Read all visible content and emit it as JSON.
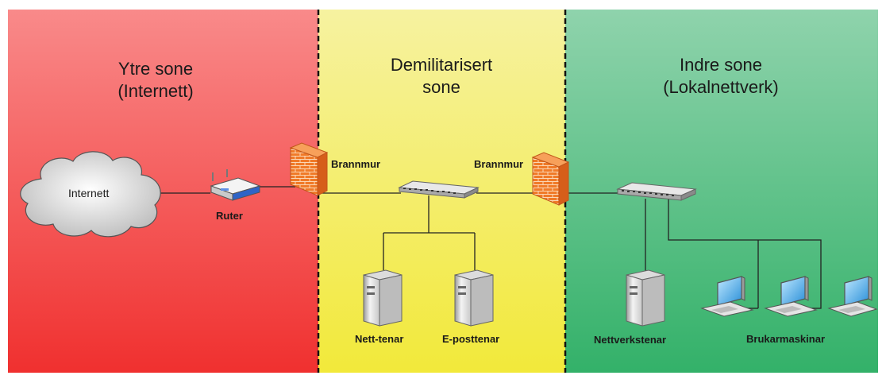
{
  "zones": {
    "outer": {
      "title": "Ytre sone\n(Internett)"
    },
    "dmz": {
      "title": "Demilitarisert\nsone"
    },
    "inner": {
      "title": "Indre sone\n(Lokalnettverk)"
    }
  },
  "nodes": {
    "internet": "Internett",
    "router": "Ruter",
    "firewall_outer": "Brannmur",
    "firewall_inner": "Brannmur",
    "web_server": "Nett-tenar",
    "mail_server": "E-posttenar",
    "network_server": "Nettverkstenar",
    "user_machines": "Brukarmaskinar"
  },
  "colors": {
    "outer_top": "#f98a8a",
    "outer_bottom": "#f0302f",
    "dmz_top": "#f6f2a0",
    "dmz_bottom": "#f2e93a",
    "inner_top": "#8fd3ac",
    "inner_bottom": "#33b169"
  },
  "icons": [
    "cloud-icon",
    "router-icon",
    "firewall-icon",
    "switch-icon",
    "server-icon",
    "workstation-icon"
  ]
}
